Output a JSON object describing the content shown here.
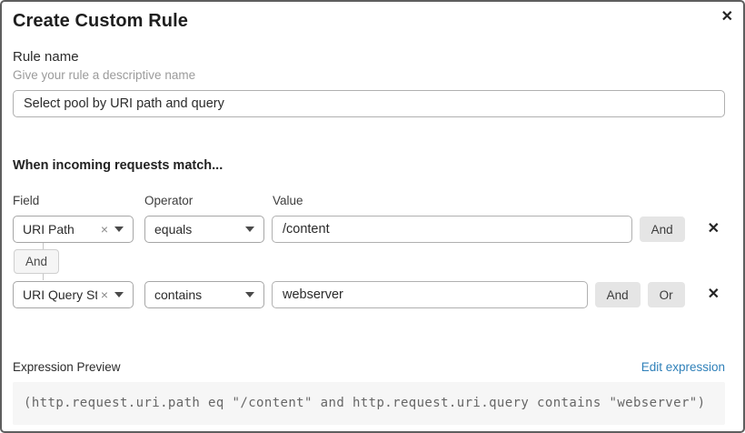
{
  "dialog": {
    "title": "Create Custom Rule"
  },
  "icons": {
    "close": "✕",
    "clear": "×",
    "delete": "✕"
  },
  "rule_name": {
    "label": "Rule name",
    "helper": "Give your rule a descriptive name",
    "value": "Select pool by URI path and query"
  },
  "match": {
    "heading": "When incoming requests match...",
    "columns": {
      "field": "Field",
      "operator": "Operator",
      "value": "Value"
    },
    "connector_label": "And",
    "rows": [
      {
        "field": "URI Path",
        "operator": "equals",
        "value": "/content",
        "buttons": [
          "And"
        ]
      },
      {
        "field": "URI Query St...",
        "operator": "contains",
        "value": "webserver",
        "buttons": [
          "And",
          "Or"
        ]
      }
    ]
  },
  "expression": {
    "label": "Expression Preview",
    "edit_link": "Edit expression",
    "code": "(http.request.uri.path eq \"/content\" and http.request.uri.query contains \"webserver\")"
  },
  "colors": {
    "link": "#2f80b9",
    "button_bg": "#e5e5e5",
    "code_bg": "#f6f6f6",
    "dialog_border": "#5e5e5e"
  }
}
